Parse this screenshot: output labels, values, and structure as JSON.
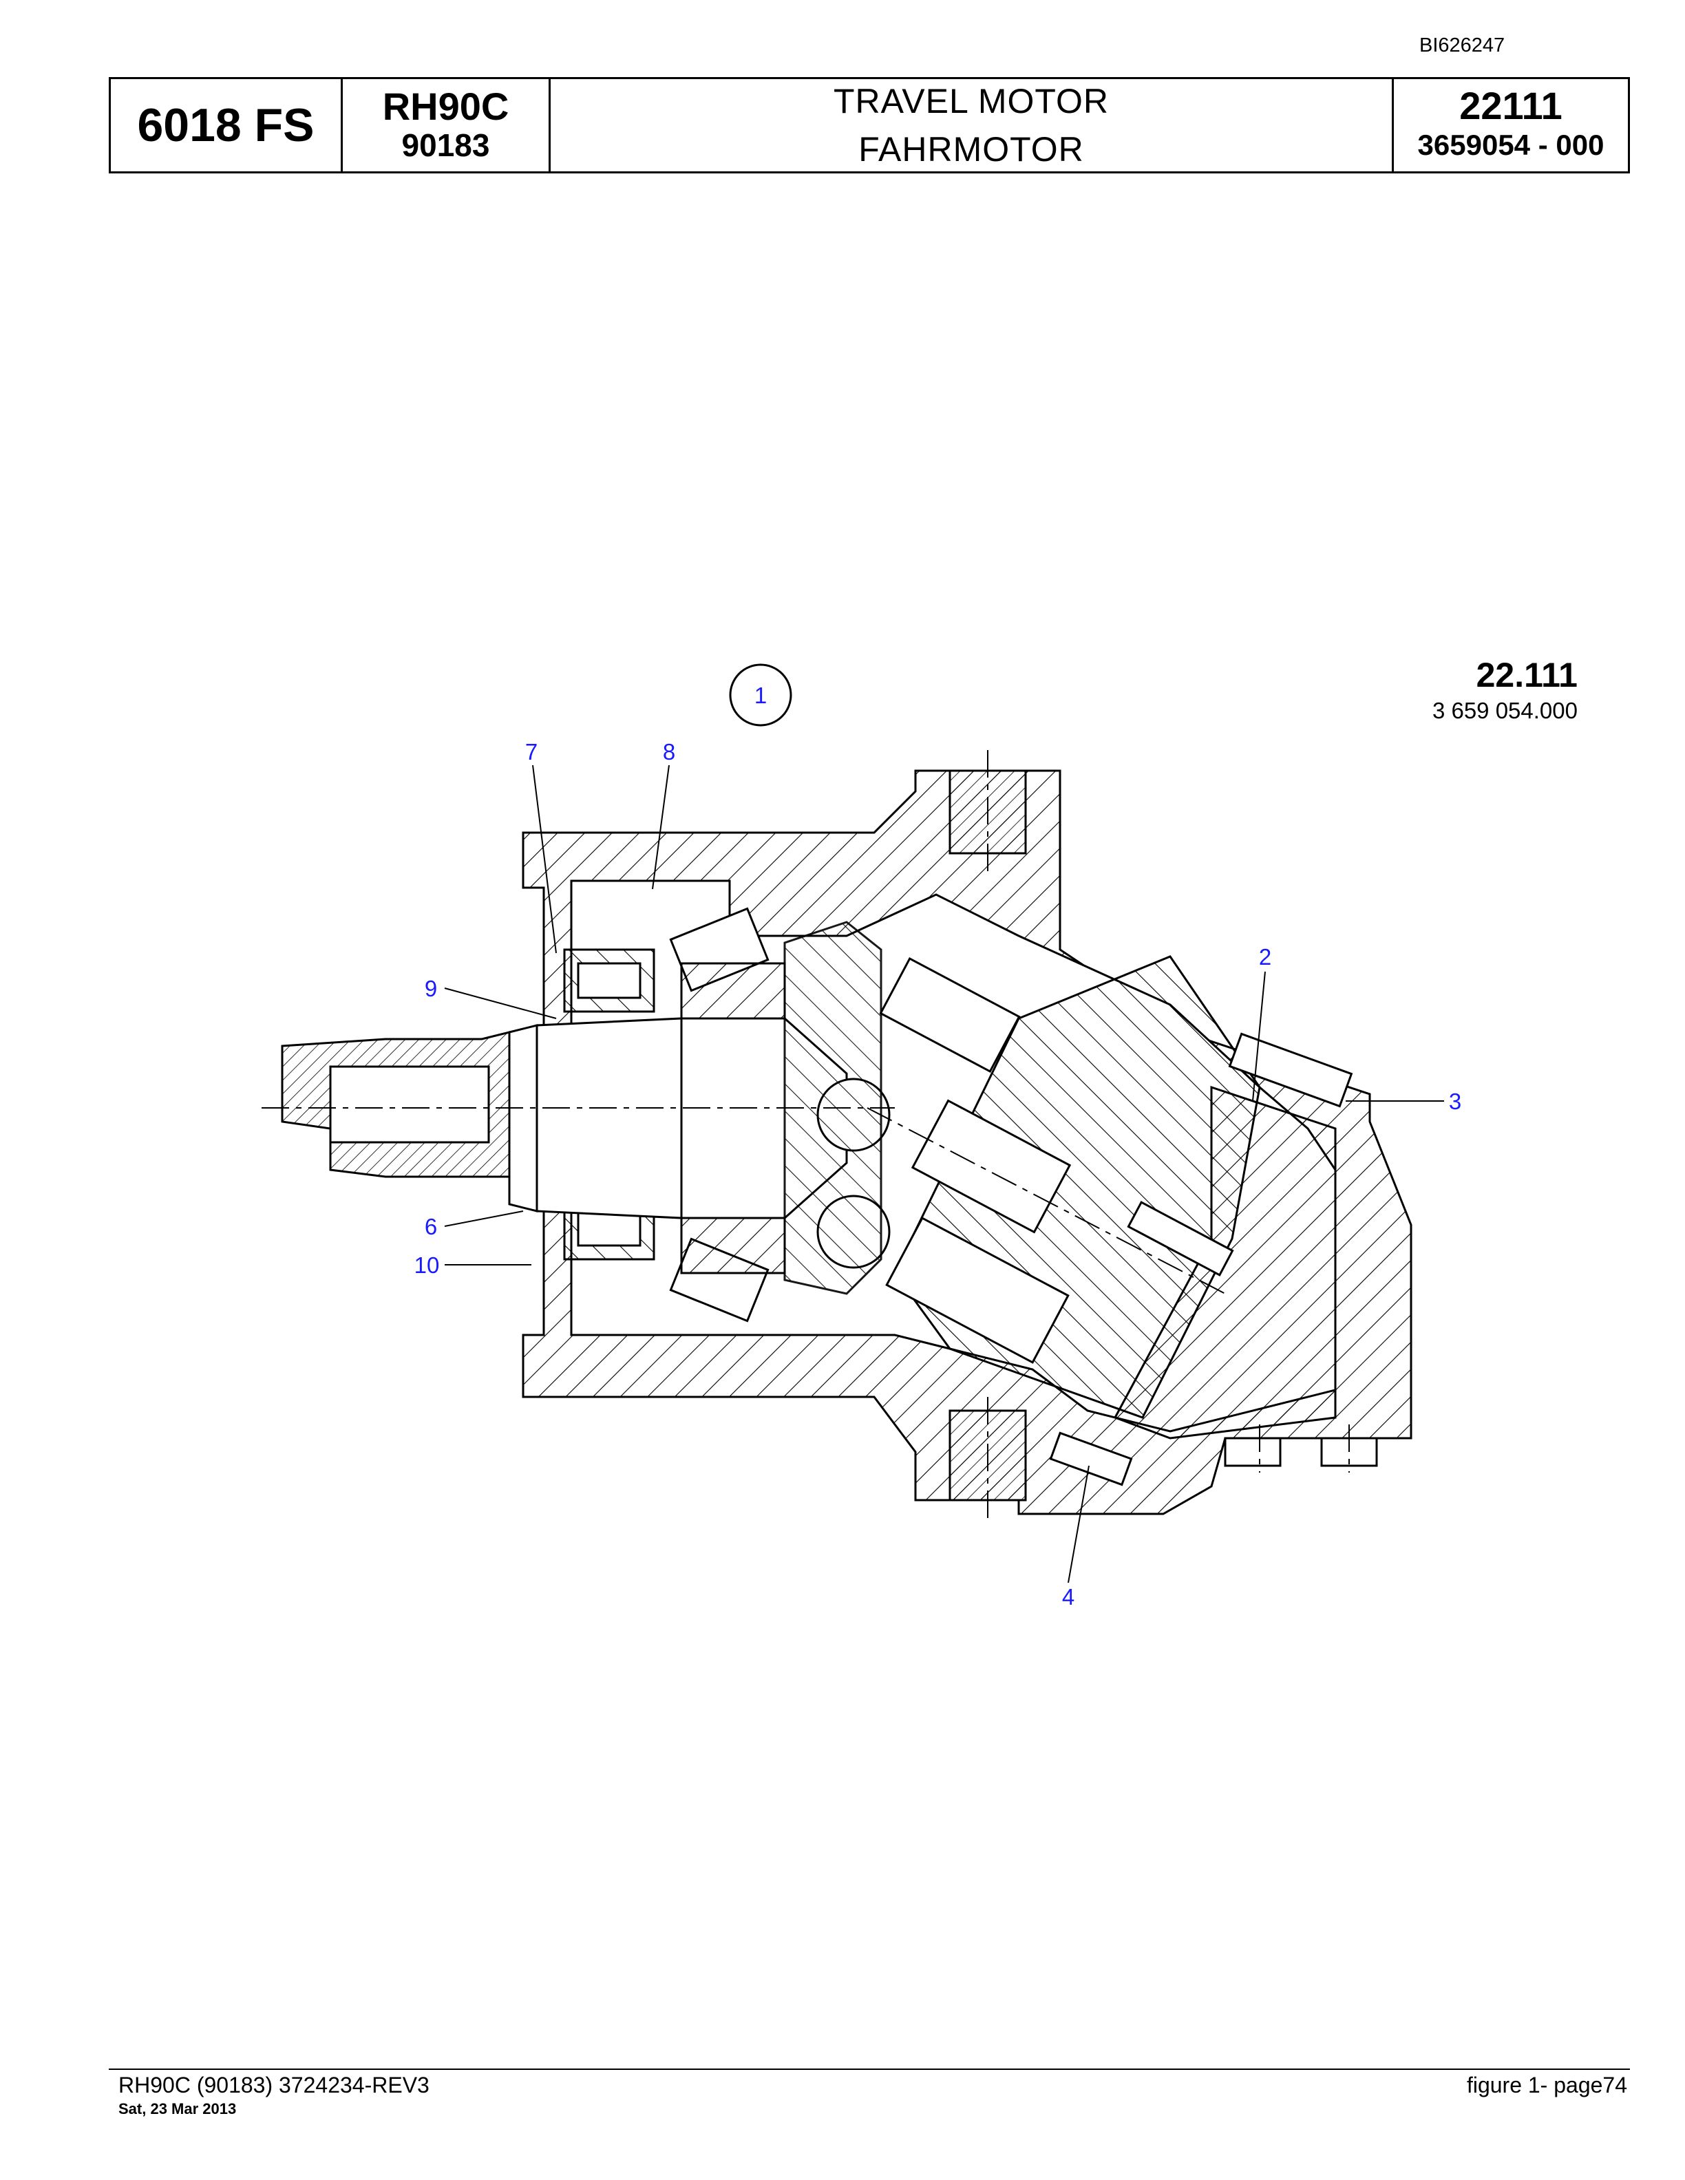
{
  "document_id": "BI626247",
  "header": {
    "model": "6018 FS",
    "machine": "RH90C",
    "machine_number": "90183",
    "title_en": "TRAVEL MOTOR",
    "title_de": "FAHRMOTOR",
    "group_number": "22111",
    "part_number": "3659054 - 000"
  },
  "drawing": {
    "assembly_label": "1",
    "group_code": "22.111",
    "part_code": "3 659 054.000",
    "callouts": [
      "7",
      "8",
      "9",
      "2",
      "3",
      "6",
      "10",
      "4"
    ]
  },
  "footer": {
    "left": "RH90C (90183) 3724234-REV3",
    "date": "Sat, 23 Mar 2013",
    "right": "figure  1- page74"
  }
}
